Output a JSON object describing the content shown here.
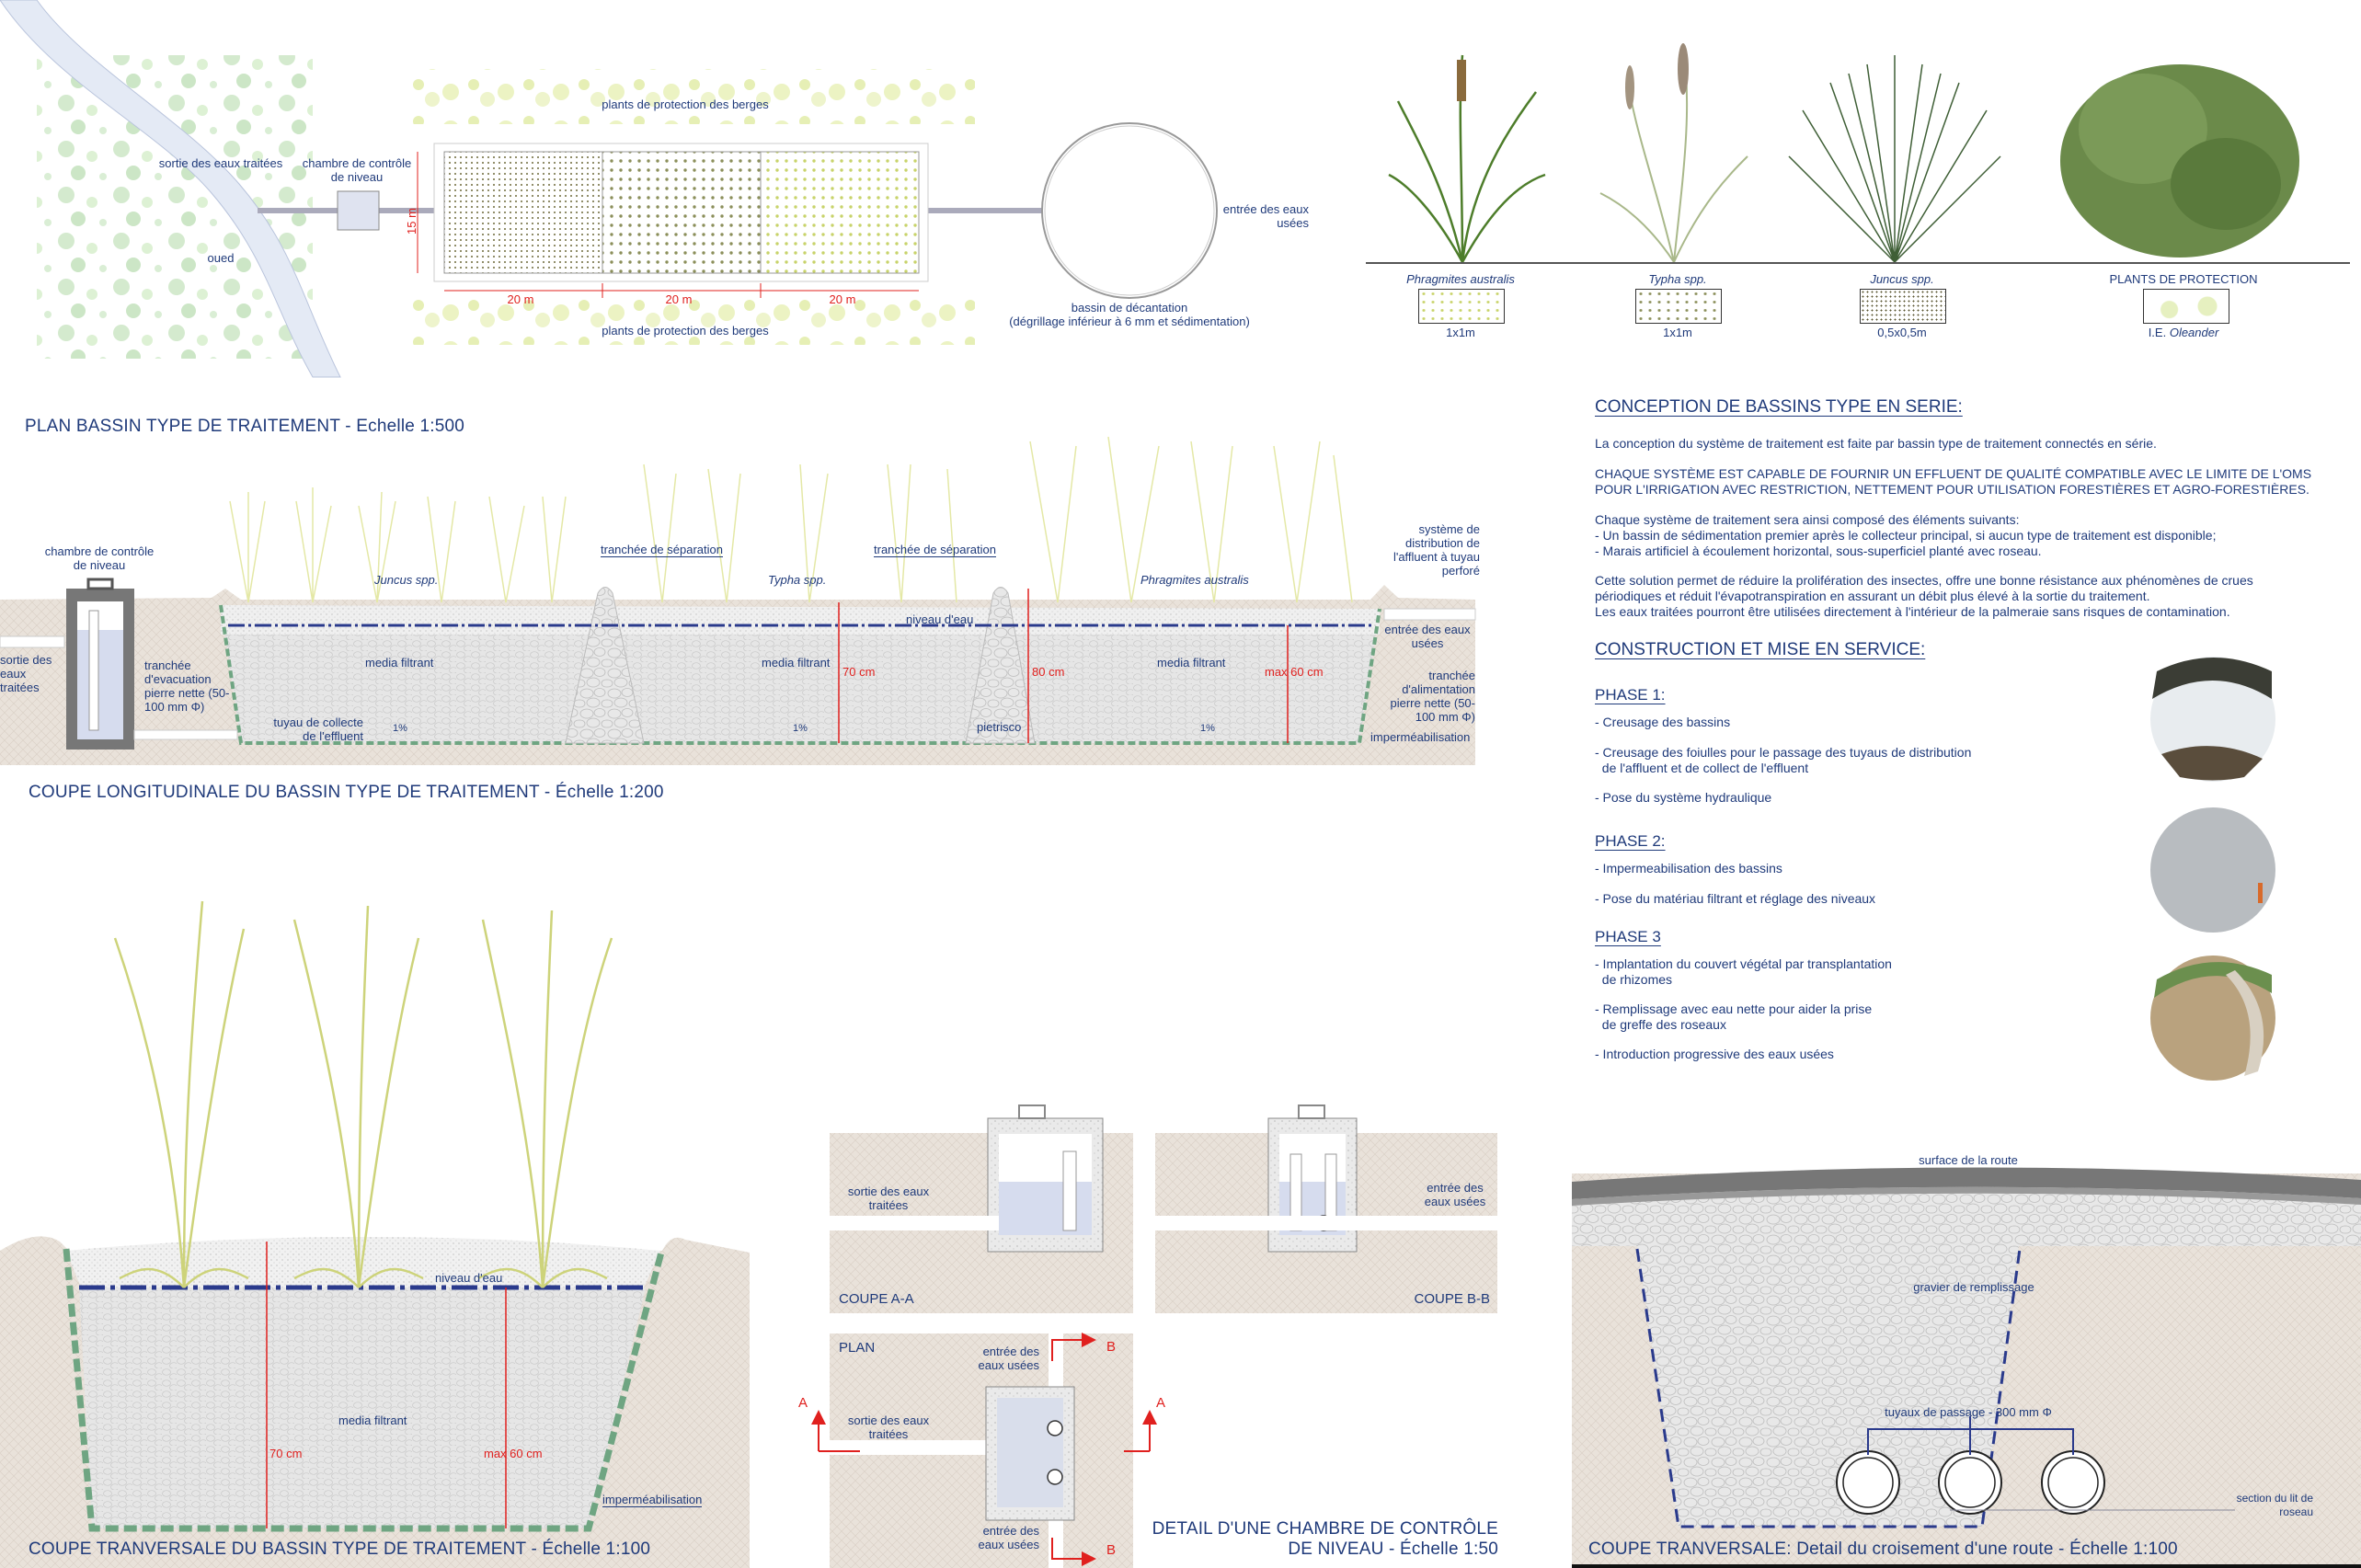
{
  "plan": {
    "title": "PLAN BASSIN TYPE DE TRAITEMENT - Echelle 1:500",
    "outlet": "sortie des eaux traitées",
    "chamber": "chambre de contrôle de niveau",
    "river": "oued",
    "bank_plants_top": "plants de protection des berges",
    "bank_plants_bottom": "plants de protection des berges",
    "width_dim": "15 m",
    "cell_dims": [
      "20 m",
      "20 m",
      "20 m"
    ],
    "inlet": "entrée des eaux usées",
    "settling_basin": "bassin de décantation",
    "settling_note": "(dégrillage inférieur à 6 mm et sédimentation)"
  },
  "plants_legend": [
    {
      "name": "Phragmites australis",
      "spacing": "1x1m"
    },
    {
      "name": "Typha spp.",
      "spacing": "1x1m"
    },
    {
      "name": "Juncus spp.",
      "spacing": "0,5x0,5m"
    },
    {
      "name": "PLANTS DE PROTECTION",
      "spacing_prefix": "I.E.",
      "spacing": "Oleander"
    }
  ],
  "longitudinal": {
    "title": "COUPE LONGITUDINALE DU BASSIN TYPE DE TRAITEMENT - Échelle 1:200",
    "chamber": "chambre de contrôle de niveau",
    "outlet": "sortie des eaux traitées",
    "evac_trench": "tranchée d'evacuation pierre nette (50-100 mm Φ)",
    "collect_pipe": "tuyau de collecte de l'effluent",
    "separation_1": "tranchée de séparation",
    "separation_2": "tranchée de séparation",
    "juncus": "Juncus spp.",
    "typha": "Typha spp.",
    "phragmites": "Phragmites australis",
    "media_1": "media filtrant",
    "media_2": "media filtrant",
    "media_3": "media filtrant",
    "water_level": "niveau d'eau",
    "dim_70": "70 cm",
    "dim_80": "80 cm",
    "dim_60": "max 60 cm",
    "gravel": "pietrisco",
    "slope": [
      "1%",
      "1%",
      "1%"
    ],
    "distribution": "système de distribution de l'affluent à tuyau perforé",
    "inlet": "entrée des eaux usées",
    "feed_trench": "tranchée d'alimentation pierre nette (50-100 mm Φ)",
    "liner": "imperméabilisation"
  },
  "cross": {
    "title": "COUPE TRANVERSALE DU BASSIN TYPE DE TRAITEMENT - Échelle 1:100",
    "water_level": "niveau d'eau",
    "media": "media filtrant",
    "dim_70": "70 cm",
    "dim_60": "max 60 cm",
    "liner": "imperméabilisation"
  },
  "chamber_detail": {
    "title_line1": "DETAIL D'UNE CHAMBRE DE CONTRÔLE",
    "title_line2": "DE NIVEAU - Échelle 1:50",
    "section_aa": "COUPE A-A",
    "section_bb": "COUPE B-B",
    "plan": "PLAN",
    "outlet_aa": "sortie des eaux traitées",
    "inlet_bb": "entrée des eaux usées",
    "inlet_plan_top": "entrée des eaux usées",
    "outlet_plan": "sortie des eaux traitées",
    "inlet_plan_bottom": "entrée des eaux usées",
    "marker_a": "A",
    "marker_b": "B"
  },
  "road": {
    "title": "COUPE TRANVERSALE: Detail du croisement d'une route - Échelle 1:100",
    "surface": "surface de la route",
    "fill": "gravier de remplissage",
    "pipes": "tuyaux de passage - 300 mm  Φ",
    "bed": "section du lit de roseau"
  },
  "text": {
    "design_title": "CONCEPTION DE BASSINS TYPE EN SERIE:",
    "p1": "La conception du système de traitement est faite par bassin type de traitement connectés en série.",
    "p2_l1": "CHAQUE SYSTÈME EST CAPABLE DE FOURNIR UN EFFLUENT DE QUALITÉ COMPATIBLE AVEC LE LIMITE DE L'OMS",
    "p2_l2": "POUR L'IRRIGATION AVEC RESTRICTION, NETTEMENT POUR UTILISATION FORESTIÈRES ET AGRO-FORESTIÈRES.",
    "p3_l1": "Chaque système de traitement sera ainsi composé des éléments suivants:",
    "p3_l2": " - Un bassin de sédimentation premier après le collecteur principal, si aucun type de traitement est disponible;",
    "p3_l3": " - Marais artificiel à écoulement horizontal, sous-superficiel planté avec roseau.",
    "p4_l1": "Cette solution permet de réduire la prolifération des insectes, offre une bonne résistance aux phénomènes de crues",
    "p4_l2": "périodiques et réduit l'évapotranspiration en assurant un débit plus élevé à la sortie du traitement.",
    "p4_l3": "Les eaux traitées pourront être utilisées directement à l'intérieur de la palmeraie sans risques de contamination.",
    "construction_title": "CONSTRUCTION ET MISE EN SERVICE:",
    "phases": [
      {
        "title": "PHASE 1:",
        "items": [
          "- Creusage des bassins",
          "- Creusage des foiulles pour le passage des tuyaus de distribution\n  de l'affluent et de collect de l'effluent",
          "- Pose du système hydraulique"
        ]
      },
      {
        "title": "PHASE 2:",
        "items": [
          "- Impermeabilisation des bassins",
          "- Pose du matériau filtrant et réglage des niveaux"
        ]
      },
      {
        "title": "PHASE 3",
        "items": [
          "- Implantation du couvert végétal par transplantation\n  de rhizomes",
          "- Remplissage avec eau nette pour aider la prise\n  de greffe des roseaux",
          "- Introduction progressive des eaux usées"
        ]
      }
    ]
  },
  "colors": {
    "text": "#1f3a7a",
    "dimension": "#e0201e",
    "ground": "#e9e2da",
    "gravel": "#e4e4e4",
    "liner": "#6fa582",
    "water": "#d6dcee",
    "reed": "#d9df8e"
  }
}
